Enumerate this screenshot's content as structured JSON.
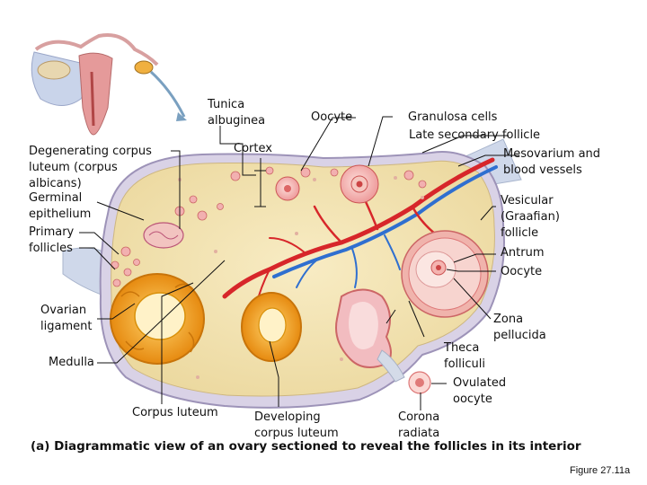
{
  "labels": {
    "tunica_albuginea": "Tunica\nalbuginea",
    "oocyte_top": "Oocyte",
    "granulosa_cells": "Granulosa cells",
    "late_secondary_follicle": "Late secondary follicle",
    "mesovarium": "Mesovarium and\nblood vessels",
    "degenerating_corpus_luteum": "Degenerating corpus\nluteum (corpus\nalbicans)",
    "cortex": "Cortex",
    "germinal_epithelium": "Germinal\nepithelium",
    "primary_follicles": "Primary\nfollicles",
    "vesicular_follicle": "Vesicular\n(Graafian)\nfollicle",
    "antrum": "Antrum",
    "oocyte_right": "Oocyte",
    "ovarian_ligament": "Ovarian\nligament",
    "zona_pellucida": "Zona\npellucida",
    "theca_folliculi": "Theca\nfolliculi",
    "medulla": "Medulla",
    "ovulated_oocyte": "Ovulated\noocyte",
    "corpus_luteum": "Corpus luteum",
    "developing_corpus_luteum": "Developing\ncorpus luteum",
    "corona_radiata": "Corona\nradiata"
  },
  "caption": "(a) Diagrammatic view of an ovary sectioned to reveal the follicles in its interior",
  "figure_number": "Figure 27.11a",
  "colors": {
    "stroma": "#f4e6b8",
    "capsule": "#d9d2e6",
    "follicle_pink": "#f2a7a7",
    "corpus_luteum": "#f0a21c",
    "artery": "#d7262a",
    "vein": "#2f6fd0",
    "uterus": "#e59a9a"
  }
}
